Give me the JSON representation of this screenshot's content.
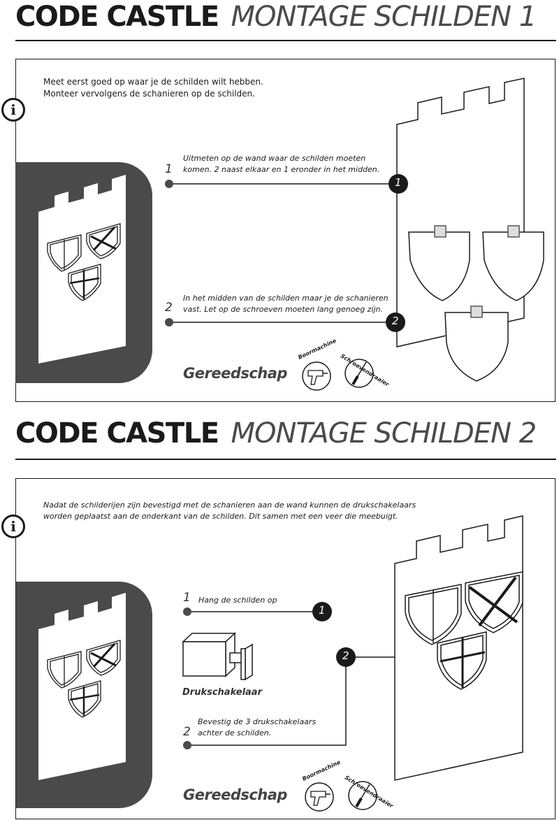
{
  "section1": {
    "brand": "CODE CASTLE",
    "title": "MONTAGE SCHILDEN 1",
    "info_icon": "info-icon",
    "intro_line1": "Meet eerst goed op waar je de schilden wilt hebben.",
    "intro_line2": "Monteer vervolgens de schanieren op de schilden.",
    "step1": {
      "number": "1",
      "badge": "1",
      "line1": "Uitmeten op de wand waar de schilden moeten",
      "line2": "komen. 2 naast elkaar en 1 eronder in het midden."
    },
    "step2": {
      "number": "2",
      "badge": "2",
      "line1": "In het midden van de schilden maar je de schanieren",
      "line2": "vast. Let op de schroeven moeten lang genoeg zijn."
    },
    "tools_label": "Gereedschap",
    "tool1_label": "Boormachine",
    "tool2_label": "Schroevendraaier"
  },
  "section2": {
    "brand": "CODE CASTLE",
    "title": "MONTAGE SCHILDEN 2",
    "info_icon": "info-icon",
    "intro_line1": "Nadat de schilderijen zijn bevestigd met de schanieren aan de wand kunnen de drukschakelaars",
    "intro_line2": "worden geplaatst aan de onderkant van de schilden. Dit samen met een veer die meebuigt.",
    "step1": {
      "number": "1",
      "badge": "1",
      "text": "Hang de schilden op"
    },
    "switch_label": "Drukschakelaar",
    "step2": {
      "number": "2",
      "badge": "2",
      "line1": "Bevestig de 3 drukschakelaars",
      "line2": "achter de schilden."
    },
    "tools_label": "Gereedschap",
    "tool1_label": "Boormachine",
    "tool2_label": "Schroevendraaier"
  },
  "colors": {
    "ink": "#1a1a1a",
    "dark_panel": "#4a4a4a",
    "title_grey": "#4a4a4a"
  }
}
